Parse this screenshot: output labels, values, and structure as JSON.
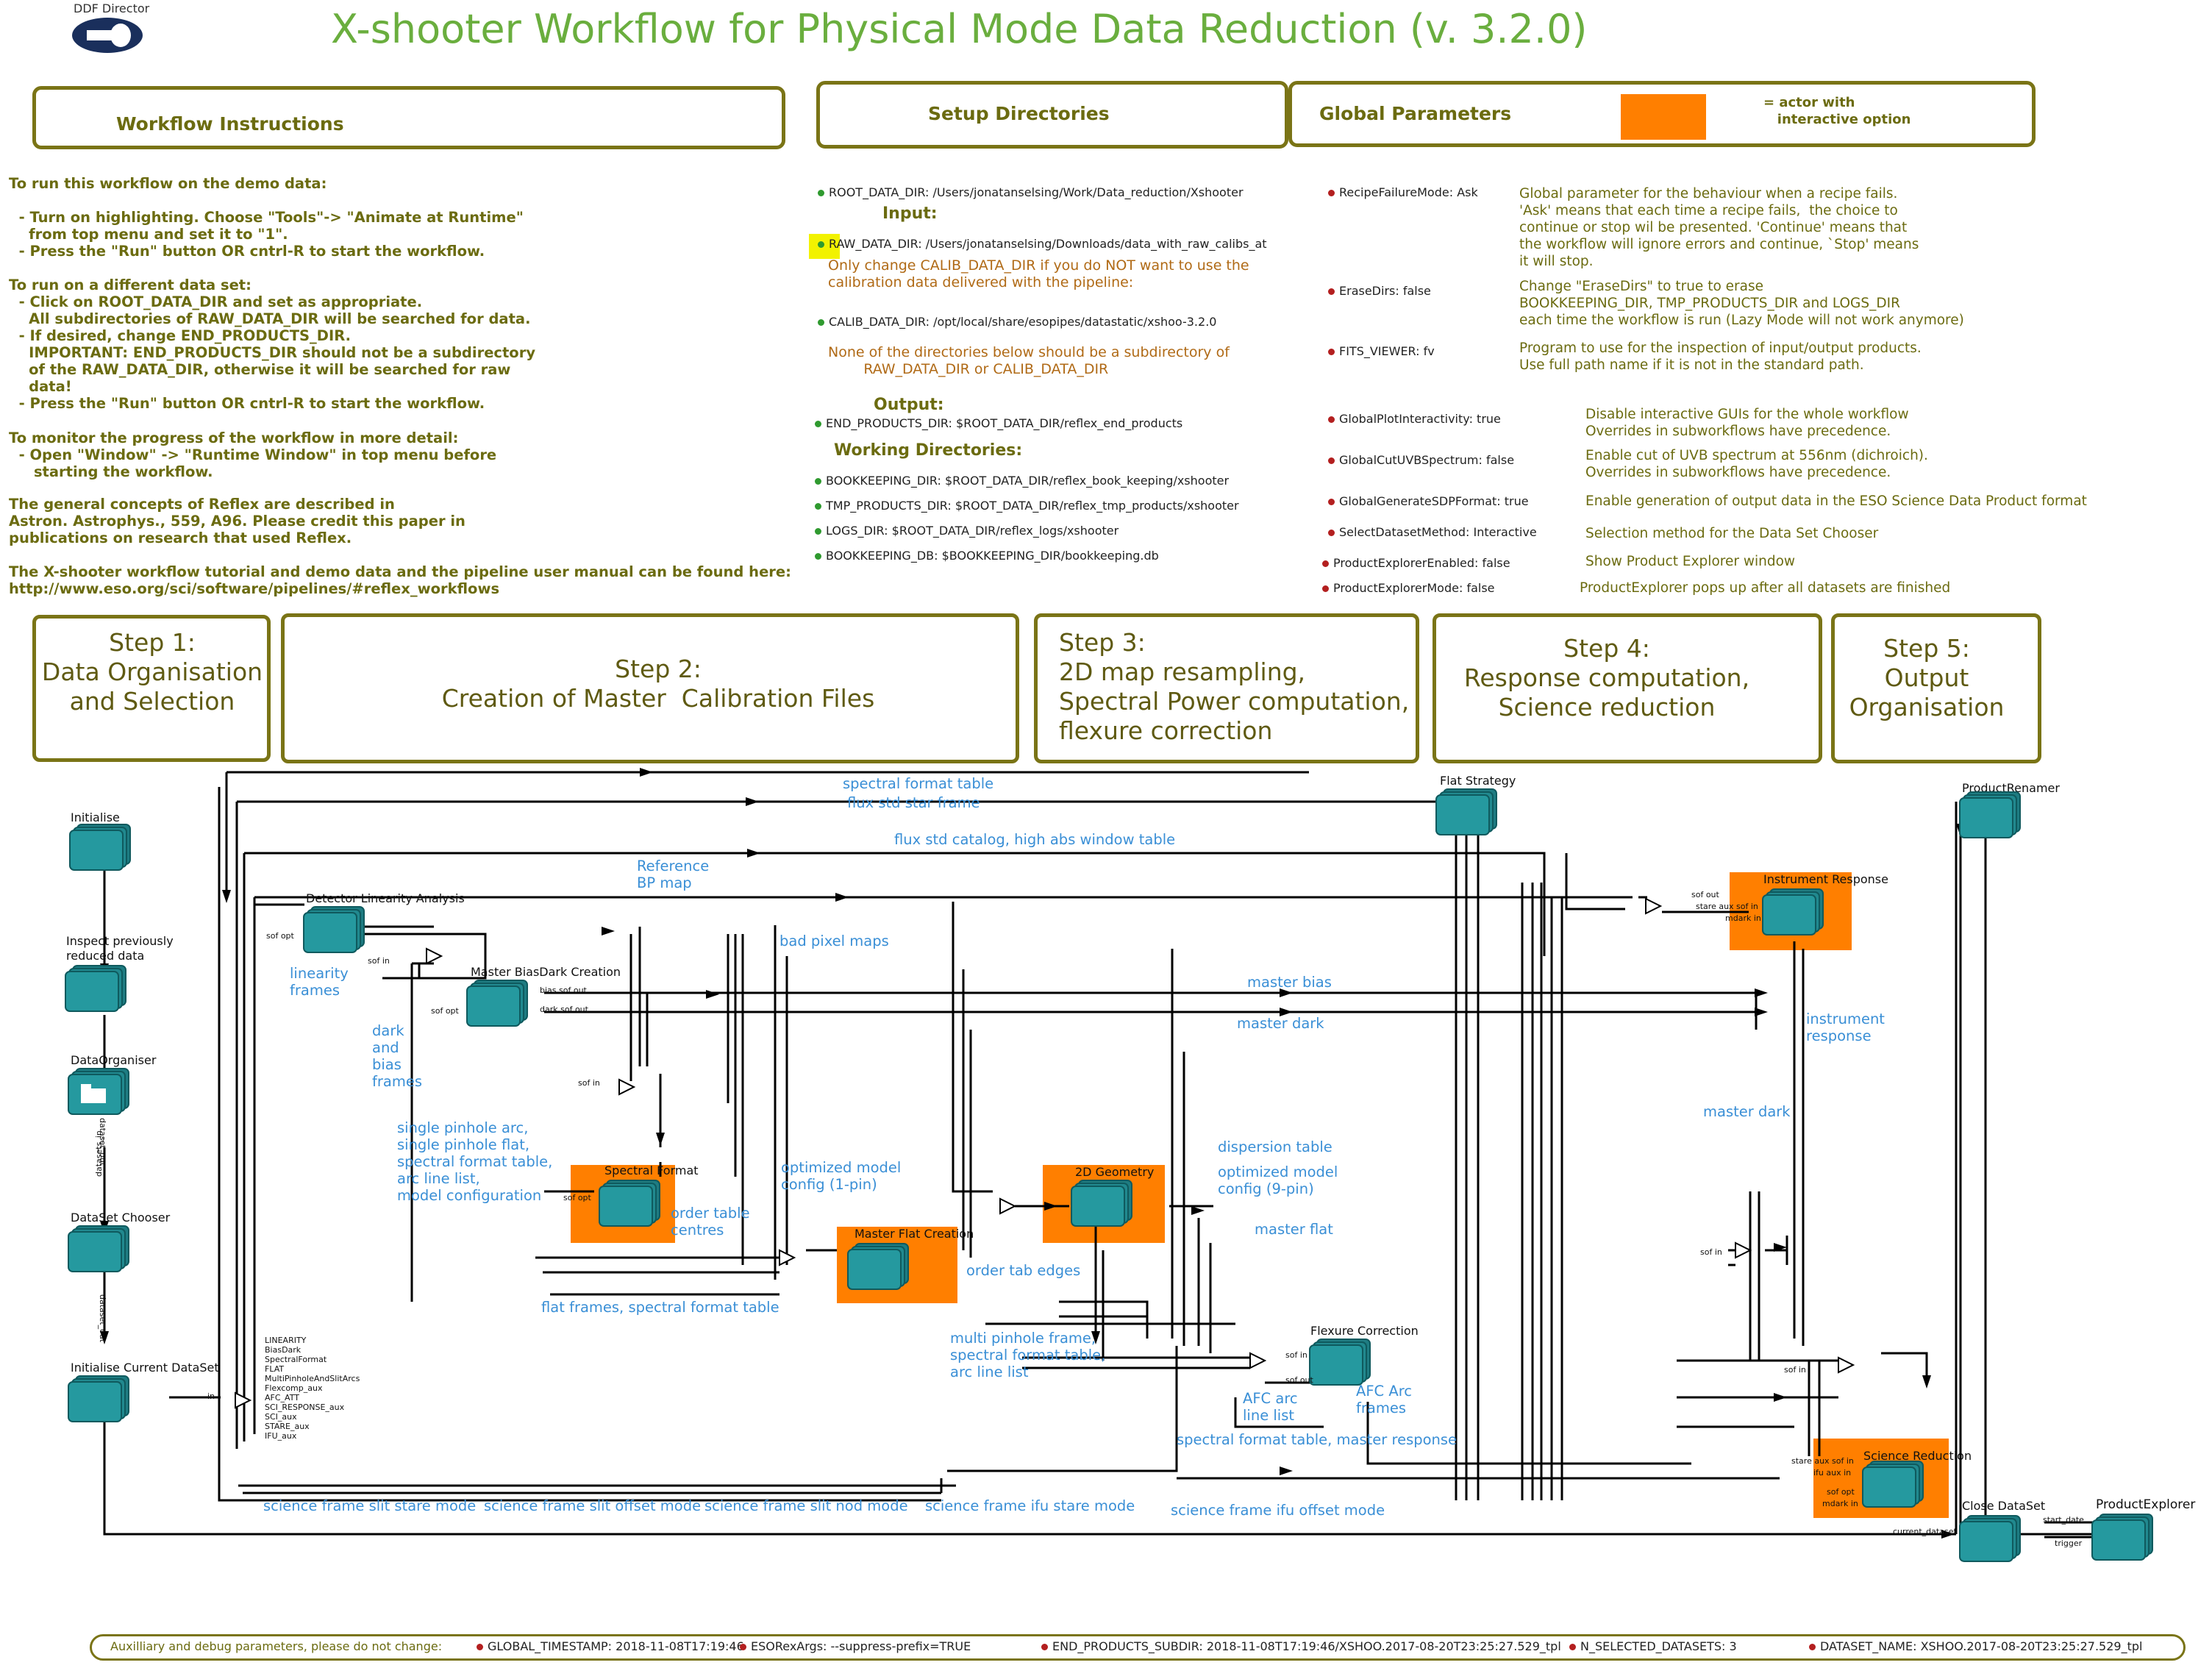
{
  "title": "X-shooter Workflow for Physical Mode Data Reduction (v. 3.2.0)",
  "logo_label": "DDF Director",
  "panels": {
    "instructions": "Workflow Instructions",
    "setup": "Setup Directories",
    "global": "Global Parameters",
    "legend": "= actor with\n   interactive option"
  },
  "instructions": [
    "To run this workflow on the demo data:",
    "",
    "  - Turn on highlighting. Choose \"Tools\"-> \"Animate at Runtime\"\n    from top menu and set it to \"1\".\n  - Press the \"Run\" button OR cntrl-R to start the workflow.",
    "",
    "To run on a different data set:\n  - Click on ROOT_DATA_DIR and set as appropriate.\n    All subdirectories of RAW_DATA_DIR will be searched for data.\n  - If desired, change END_PRODUCTS_DIR.\n    IMPORTANT: END_PRODUCTS_DIR should not be a subdirectory\n    of the RAW_DATA_DIR, otherwise it will be searched for raw\n    data!\n  - Press the \"Run\" button OR cntrl-R to start the workflow.",
    "",
    "To monitor the progress of the workflow in more detail:\n  - Open \"Window\" -> \"Runtime Window\" in top menu before\n     starting the workflow.",
    "",
    "The general concepts of Reflex are described in\nAstron. Astrophys., 559, A96. Please credit this paper in\npublications on research that used Reflex.",
    "",
    "The X-shooter workflow tutorial and demo data and the pipeline user manual can be found here:\nhttp://www.eso.org/sci/software/pipelines/#reflex_workflows"
  ],
  "setup": {
    "root": "ROOT_DATA_DIR: /Users/jonatanselsing/Work/Data_reduction/Xshooter",
    "input_title": "Input:",
    "raw": "RAW_DATA_DIR: /Users/jonatanselsing/Downloads/data_with_raw_calibs_at",
    "calib_note": "Only change CALIB_DATA_DIR if you do NOT want to use the\ncalibration data delivered with the pipeline:",
    "calib": "CALIB_DATA_DIR: /opt/local/share/esopipes/datastatic/xshoo-3.2.0",
    "subdir_note": "None of the directories below should be a subdirectory of\n        RAW_DATA_DIR or CALIB_DATA_DIR",
    "output_title": "Output:",
    "end": "END_PRODUCTS_DIR: $ROOT_DATA_DIR/reflex_end_products",
    "working_title": "Working Directories:",
    "bk": "BOOKKEEPING_DIR: $ROOT_DATA_DIR/reflex_book_keeping/xshooter",
    "tmp": "TMP_PRODUCTS_DIR: $ROOT_DATA_DIR/reflex_tmp_products/xshooter",
    "logs": "LOGS_DIR: $ROOT_DATA_DIR/reflex_logs/xshooter",
    "bkdb": "BOOKKEEPING_DB: $BOOKKEEPING_DIR/bookkeeping.db"
  },
  "global_params": [
    {
      "name": "RecipeFailureMode: Ask",
      "desc": "Global parameter for the behaviour when a recipe fails.\n'Ask' means that each time a recipe fails,  the choice to\ncontinue or stop wil be presented. 'Continue' means that\nthe workflow will ignore errors and continue, `Stop' means\nit will stop."
    },
    {
      "name": "EraseDirs: false",
      "desc": "Change \"EraseDirs\" to true to erase\nBOOKKEEPING_DIR, TMP_PRODUCTS_DIR and LOGS_DIR\neach time the workflow is run (Lazy Mode will not work anymore)"
    },
    {
      "name": "FITS_VIEWER: fv",
      "desc": "Program to use for the inspection of input/output products.\nUse full path name if it is not in the standard path."
    },
    {
      "name": "GlobalPlotInteractivity: true",
      "desc": "Disable interactive GUIs for the whole workflow\nOverrides in subworkflows have precedence."
    },
    {
      "name": "GlobalCutUVBSpectrum: false",
      "desc": "Enable cut of UVB spectrum at 556nm (dichroich).\nOverrides in subworkflows have precedence."
    },
    {
      "name": "GlobalGenerateSDPFormat: true",
      "desc": "Enable generation of output data in the ESO Science Data Product format"
    },
    {
      "name": "SelectDatasetMethod: Interactive",
      "desc": "Selection method for the Data Set Chooser"
    },
    {
      "name": "ProductExplorerEnabled: false",
      "desc": "Show Product Explorer window"
    },
    {
      "name": "ProductExplorerMode: false",
      "desc": "ProductExplorer pops up after all datasets are finished"
    }
  ],
  "steps": [
    "Step 1:\nData Organisation\nand Selection",
    "Step 2:\nCreation of Master  Calibration Files",
    "Step 3:\n2D map resampling,\nSpectral Power computation,\nflexure correction",
    "Step 4:\nResponse computation,\nScience reduction",
    "Step 5:\nOutput\nOrganisation"
  ],
  "actors": {
    "initialise": "Initialise",
    "inspect": "Inspect previously\nreduced data",
    "organiser": "DataOrganiser",
    "chooser": "DataSet Chooser",
    "init_current": "Initialise Current DataSet",
    "linearity": "Detector Linearity Analysis",
    "biasdark": "Master BiasDark Creation",
    "spectral": "Spectral Format",
    "masterflat": "Master Flat Creation",
    "geometry": "2D Geometry",
    "flexure": "Flexure Correction",
    "flatstrategy": "Flat Strategy",
    "instrument": "Instrument Response",
    "science": "Science Reduction",
    "renamer": "ProductRenamer",
    "close": "Close DataSet",
    "explorer": "ProductExplorer"
  },
  "wire_labels": {
    "spec_table": "spectral format table",
    "flux_std": "flux std star frame",
    "flux_cat": "flux std catalog, high abs window table",
    "ref_bp": "Reference\nBP map",
    "bad_pixel": "bad pixel maps",
    "master_bias": "master bias",
    "master_dark_1": "master dark",
    "linearity_frames": "linearity\nframes",
    "dark_bias": "dark\nand\nbias\nframes",
    "instr_resp": "instrument\nresponse",
    "master_dark_2": "master dark",
    "single_pinhole": "single pinhole arc,\nsingle pinhole flat,\nspectral format table,\narc line list,\nmodel configuration",
    "opt_model_1": "optimized model\nconfig (1-pin)",
    "dispersion": "dispersion table",
    "opt_model_9": "optimized model\nconfig (9-pin)",
    "order_table": "order table\ncentres",
    "master_flat": "master flat",
    "order_edges": "order tab edges",
    "flat_frames": "flat frames, spectral format table",
    "multi_pinhole": "multi pinhole frame,\nspectral format table,\narc line list",
    "afc_arc": "AFC arc\nline list",
    "afc_frames": "AFC Arc\nframes",
    "spec_master_resp": "spectral format table, master response",
    "sci_stare": "science frame slit stare mode",
    "sci_offset": "science frame slit offset mode",
    "sci_nod": "science frame slit nod mode",
    "sci_ifu_stare": "science frame ifu stare mode",
    "sci_ifu_offset": "science frame ifu offset mode"
  },
  "ports": {
    "sof_opt": "sof opt",
    "sof_in": "sof in",
    "sof_out": "sof out",
    "bias_sof_out": "bias sof out",
    "dark_sof_out": "dark sof out",
    "stare_aux": "stare aux sof in",
    "mdark_in": "mdark in",
    "ifu_aux": "ifu aux in",
    "current_dataset": "current_dataset",
    "start_date": "start_date",
    "trigger": "trigger",
    "dataset_out": "dataset_out",
    "datasets_in": "datasets_in",
    "in": "in",
    "chain": [
      "LINEARITY",
      "BiasDark",
      "SpectralFormat",
      "FLAT",
      "MultiPinholeAndSlitArcs",
      "Flexcomp_aux",
      "AFC_ATT",
      "SCI_RESPONSE_aux",
      "SCI_aux",
      "STARE_aux",
      "IFU_aux"
    ]
  },
  "bottom": {
    "label": "Auxilliary and debug parameters, please do not change:",
    "ts": "GLOBAL_TIMESTAMP: 2018-11-08T17:19:46",
    "args": "ESORexArgs: --suppress-prefix=TRUE",
    "subdir": "END_PRODUCTS_SUBDIR: 2018-11-08T17:19:46/XSHOO.2017-08-20T23:25:27.529_tpl",
    "nsel": "N_SELECTED_DATASETS: 3",
    "dsname": "DATASET_NAME: XSHOO.2017-08-20T23:25:27.529_tpl"
  },
  "colors": {
    "title": "#6aae3e",
    "olive": "#6b6b10",
    "actor": "#25999f",
    "interactive": "#ff7f00",
    "wire_label": "#3a8fd6"
  }
}
